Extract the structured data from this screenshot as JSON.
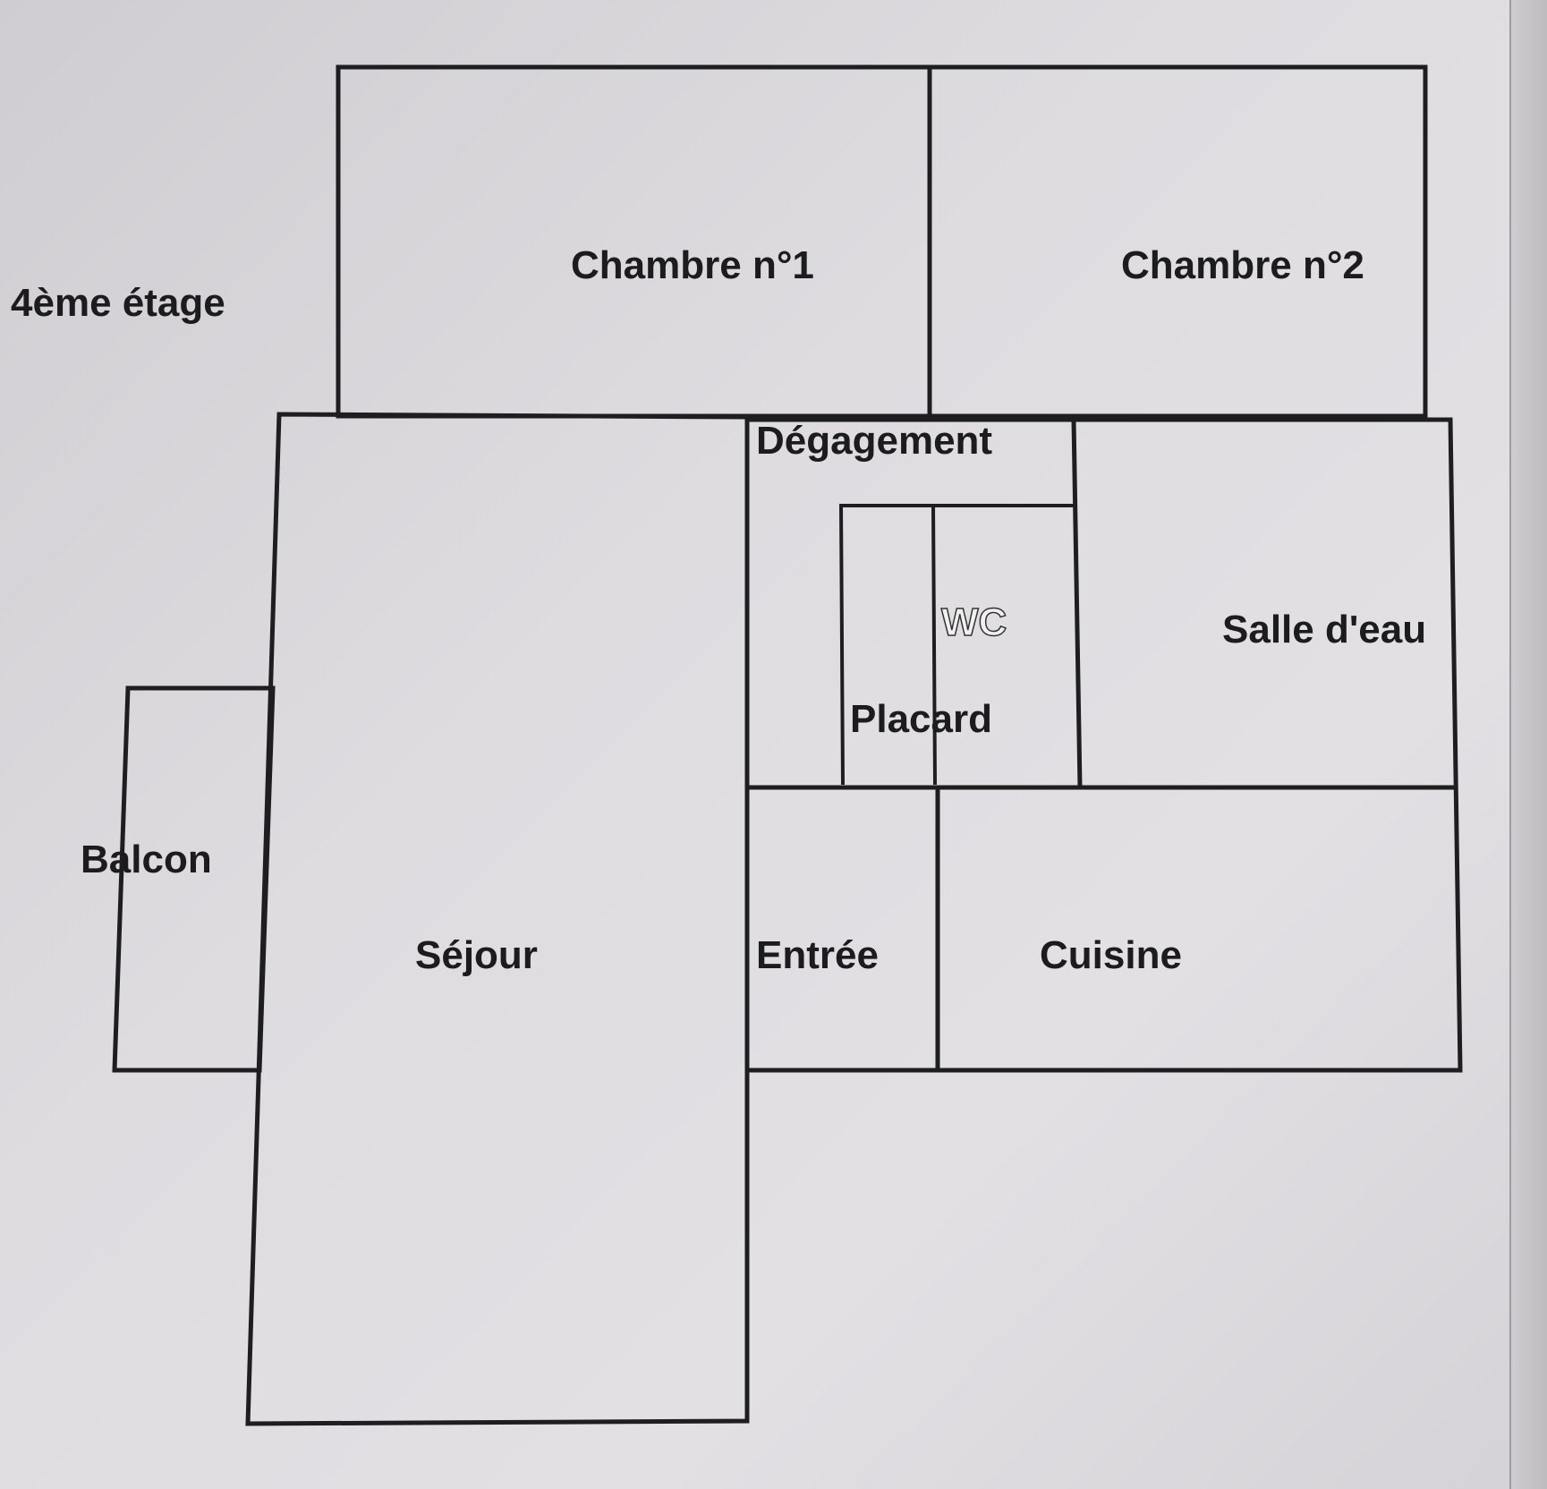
{
  "floor_label": "4ème étage",
  "rooms": {
    "chambre1": "Chambre n°1",
    "chambre2": "Chambre n°2",
    "degagement": "Dégagement",
    "wc": "WC",
    "placard": "Placard",
    "salle_eau": "Salle d'eau",
    "balcon": "Balcon",
    "sejour": "Séjour",
    "entree": "Entrée",
    "cuisine": "Cuisine"
  }
}
